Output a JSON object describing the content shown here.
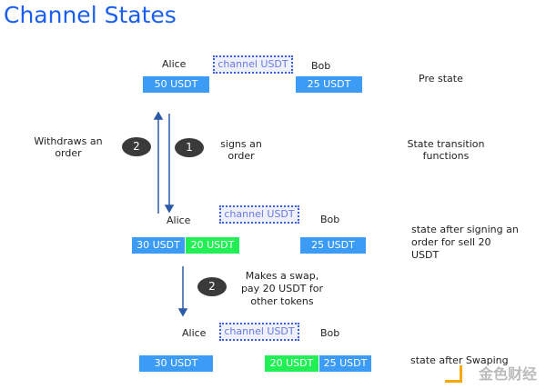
{
  "title": "Channel States",
  "channel_label": "channel USDT",
  "alice": "Alice",
  "bob": "Bob",
  "row1": {
    "alice_amount": "50 USDT",
    "bob_amount": "25 USDT",
    "state": "Pre state"
  },
  "transition": {
    "left_label": "Withdraws an order",
    "left_step": "2",
    "right_step": "1",
    "right_label": "signs an order",
    "state": "State transition functions"
  },
  "row2": {
    "alice_amount": "30 USDT",
    "order_amount": "20 USDT",
    "bob_amount": "25 USDT",
    "state": "state after signing an order for sell 20 USDT"
  },
  "swap": {
    "step": "2",
    "label": "Makes a swap, pay 20 USDT for other tokens"
  },
  "row3": {
    "alice_amount": "30 USDT",
    "swap_amount": "20 USDT",
    "bob_amount": "25 USDT",
    "state": "state after Swaping"
  },
  "watermark": "金色财经",
  "colors": {
    "title": "#1a5ff0",
    "blue": "#3b9bf5",
    "green": "#22ee55"
  }
}
